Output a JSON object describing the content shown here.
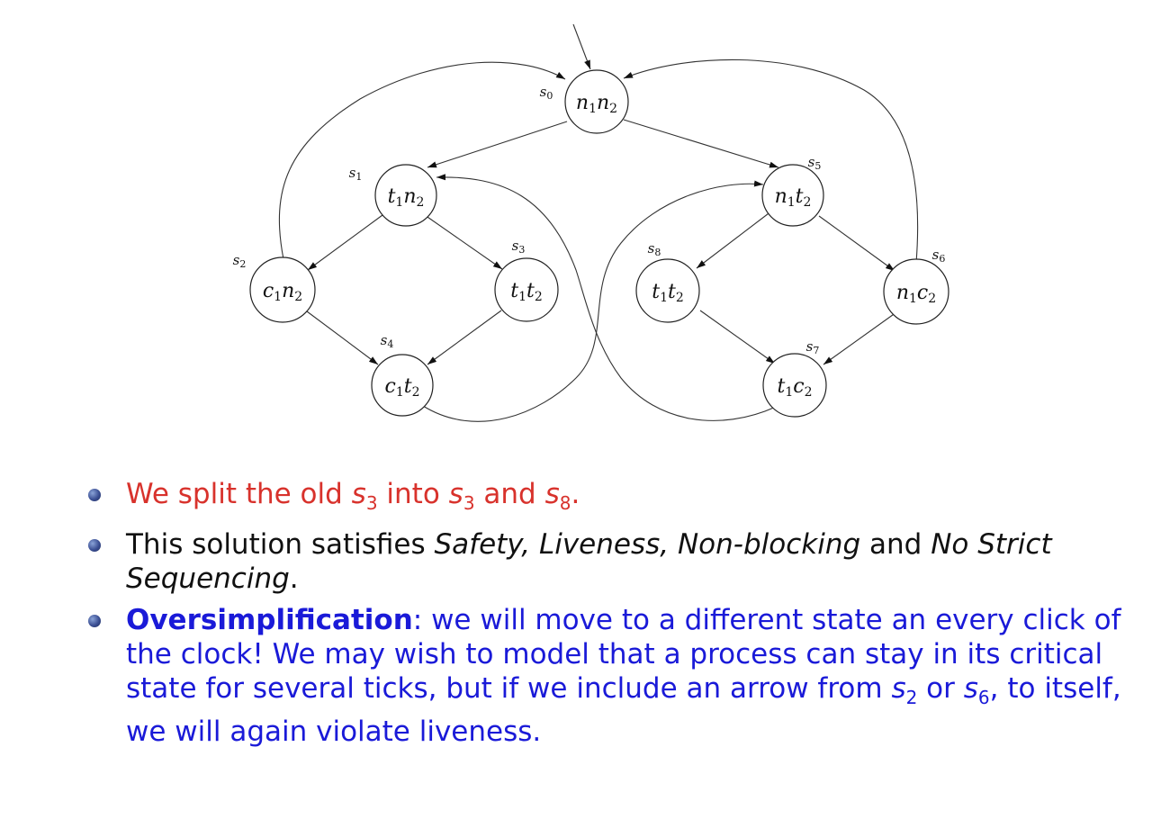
{
  "diagram": {
    "nodes": [
      {
        "id": "s0",
        "state": "s",
        "state_sub": "0",
        "a": "n",
        "a_sub": "1",
        "b": "n",
        "b_sub": "2"
      },
      {
        "id": "s1",
        "state": "s",
        "state_sub": "1",
        "a": "t",
        "a_sub": "1",
        "b": "n",
        "b_sub": "2"
      },
      {
        "id": "s2",
        "state": "s",
        "state_sub": "2",
        "a": "c",
        "a_sub": "1",
        "b": "n",
        "b_sub": "2"
      },
      {
        "id": "s3",
        "state": "s",
        "state_sub": "3",
        "a": "t",
        "a_sub": "1",
        "b": "t",
        "b_sub": "2"
      },
      {
        "id": "s4",
        "state": "s",
        "state_sub": "4",
        "a": "c",
        "a_sub": "1",
        "b": "t",
        "b_sub": "2"
      },
      {
        "id": "s5",
        "state": "s",
        "state_sub": "5",
        "a": "n",
        "a_sub": "1",
        "b": "t",
        "b_sub": "2"
      },
      {
        "id": "s6",
        "state": "s",
        "state_sub": "6",
        "a": "n",
        "a_sub": "1",
        "b": "c",
        "b_sub": "2"
      },
      {
        "id": "s7",
        "state": "s",
        "state_sub": "7",
        "a": "t",
        "a_sub": "1",
        "b": "c",
        "b_sub": "2"
      },
      {
        "id": "s8",
        "state": "s",
        "state_sub": "8",
        "a": "t",
        "a_sub": "1",
        "b": "t",
        "b_sub": "2"
      }
    ]
  },
  "bullets": {
    "b1": {
      "t1": "We split the old ",
      "v1": "s",
      "v1_sub": "3",
      "t2": " into ",
      "v2": "s",
      "v2_sub": "3",
      "t3": " and ",
      "v3": "s",
      "v3_sub": "8",
      "t4": "."
    },
    "b2": {
      "t1": "This solution satisfies ",
      "i1": "Safety, Liveness, Non-blocking",
      "t2": " and ",
      "i2": "No Strict Sequencing",
      "t3": "."
    },
    "b3": {
      "bold": "Oversimplification",
      "t1": ": we will move to a different state an every click of the clock! We may wish to model that a process can stay in its critical state for several ticks, but if we include an arrow from ",
      "v1": "s",
      "v1_sub": "2",
      "t2": " or ",
      "v2": "s",
      "v2_sub": "6",
      "t3": ", to itself, we will again violate liveness."
    }
  },
  "colors": {
    "highlight_red": "#d8322c",
    "text_blue": "#1a1ad8",
    "bullet": "#3b4f93"
  }
}
